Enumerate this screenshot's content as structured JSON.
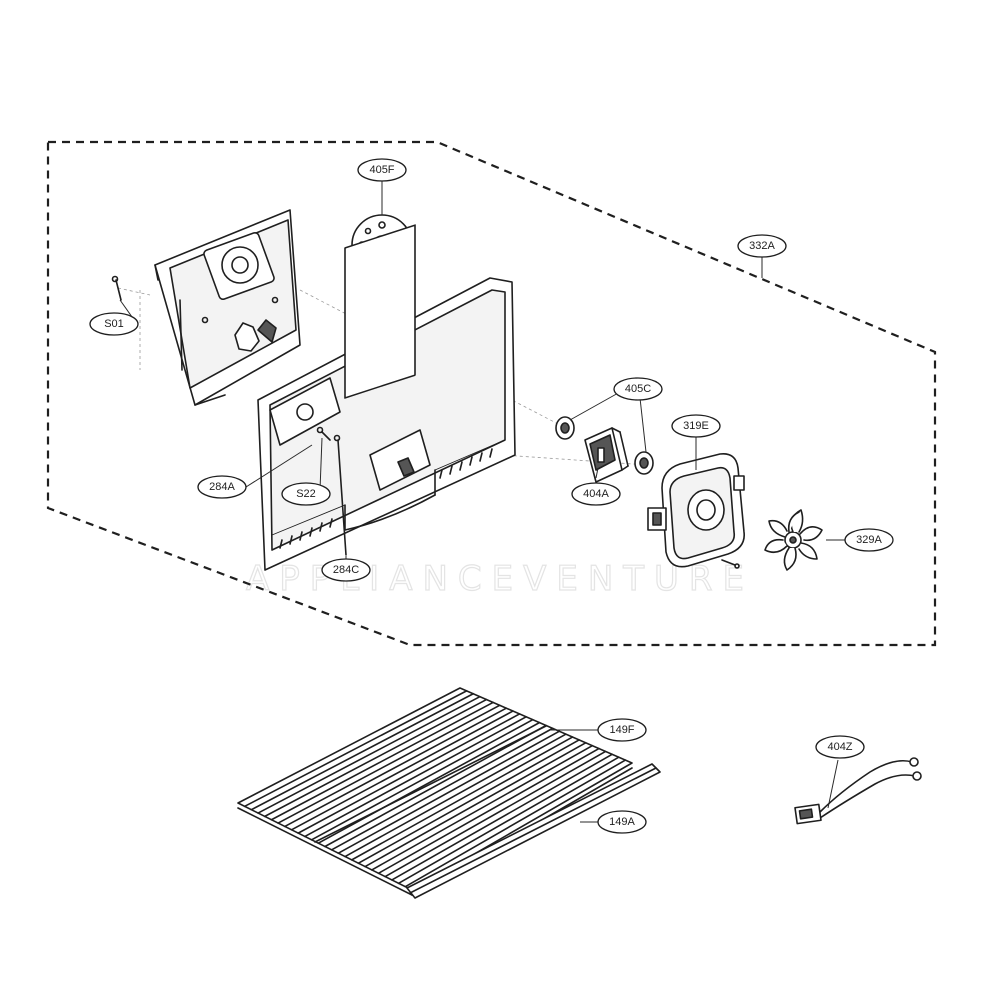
{
  "callouts": {
    "405F": "405F",
    "332A": "332A",
    "S01": "S01",
    "405C": "405C",
    "319E": "319E",
    "284A": "284A",
    "S22": "S22",
    "404A": "404A",
    "329A": "329A",
    "284C": "284C",
    "149F": "149F",
    "149A": "149A",
    "404Z": "404Z"
  },
  "watermark": "APPLIANCEVENTURE",
  "colors": {
    "line": "#1f1f1f",
    "paper": "#ffffff",
    "watermark": "#e4e4e4"
  }
}
